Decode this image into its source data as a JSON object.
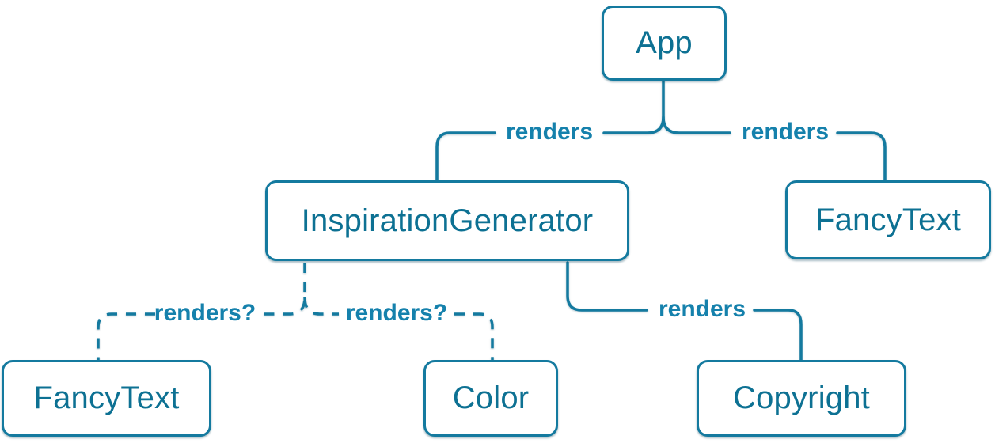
{
  "diagram_title": "react-component-render-tree",
  "colors": {
    "accent_stroke": "#147a9f",
    "node_text": "#0d7193",
    "edge_label_text": "#1581ac",
    "node_fill": "#ffffff",
    "background": "#ffffff"
  },
  "nodes": [
    {
      "id": "app",
      "label": "App"
    },
    {
      "id": "inspiration-generator",
      "label": "InspirationGenerator"
    },
    {
      "id": "fancy-text-top",
      "label": "FancyText"
    },
    {
      "id": "fancy-text-bottom",
      "label": "FancyText"
    },
    {
      "id": "color",
      "label": "Color"
    },
    {
      "id": "copyright",
      "label": "Copyright"
    }
  ],
  "edges": [
    {
      "from": "App",
      "to": "InspirationGenerator",
      "label": "renders",
      "style": "solid"
    },
    {
      "from": "App",
      "to": "FancyText",
      "label": "renders",
      "style": "solid"
    },
    {
      "from": "InspirationGenerator",
      "to": "FancyText",
      "label": "renders?",
      "style": "dashed"
    },
    {
      "from": "InspirationGenerator",
      "to": "Color",
      "label": "renders?",
      "style": "dashed"
    },
    {
      "from": "InspirationGenerator",
      "to": "Copyright",
      "label": "renders",
      "style": "solid"
    }
  ]
}
